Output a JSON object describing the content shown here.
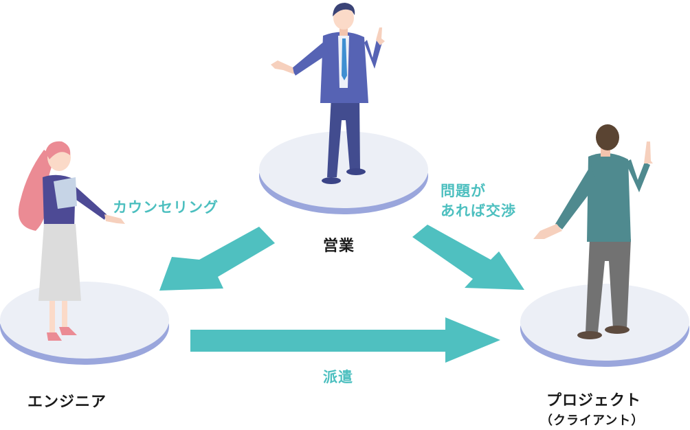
{
  "nodes": {
    "sales": "営業",
    "engineer": "エンジニア",
    "project": "プロジェクト",
    "project_sub": "（クライアント）"
  },
  "arrows": {
    "counseling": "カウンセリング",
    "negotiate_line1": "問題が",
    "negotiate_line2": "あれば交渉",
    "dispatch": "派遣"
  },
  "colors": {
    "arrow": "#4fc0c0",
    "label_accent": "#4cbfbf",
    "platform_top": "#eceff6",
    "platform_edge": "#9aa6dc"
  }
}
